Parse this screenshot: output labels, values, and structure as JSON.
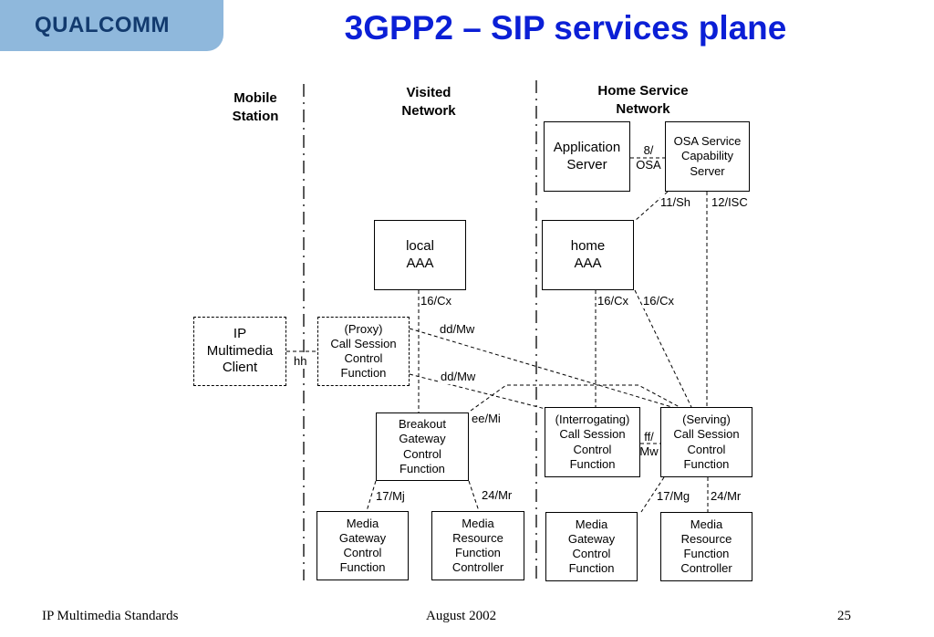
{
  "logo": {
    "text": "QUALCOMM"
  },
  "title": "3GPP2 – SIP services plane",
  "columns": {
    "mobile_station": "Mobile\nStation",
    "visited_network": "Visited\nNetwork",
    "home_network": "Home Service\nNetwork"
  },
  "boxes": {
    "ip_client": "IP\nMultimedia\nClient",
    "proxy_cscf": "(Proxy)\nCall Session\nControl\nFunction",
    "local_aaa": "local\nAAA",
    "breakout_gcf": "Breakout\nGateway\nControl\nFunction",
    "visited_mgcf": "Media\nGateway\nControl\nFunction",
    "visited_mrfc": "Media\nResource\nFunction\nController",
    "app_server": "Application\nServer",
    "osa_scs": "OSA Service\nCapability\nServer",
    "home_aaa": "home\nAAA",
    "interrogating_cscf": "(Interrogating)\nCall Session\nControl\nFunction",
    "serving_cscf": "(Serving)\nCall Session\nControl\nFunction",
    "home_mgcf": "Media\nGateway\nControl\nFunction",
    "home_mrfc": "Media\nResource\nFunction\nController"
  },
  "interfaces": {
    "hh": "hh",
    "cx_local": "16/Cx",
    "dd_mw_1": "dd/Mw",
    "dd_mw_2": "dd/Mw",
    "ee_mi": "ee/Mi",
    "mj": "17/Mj",
    "mr_visited": "24/Mr",
    "osa": "8/\nOSA",
    "sh": "11/Sh",
    "isc": "12/ISC",
    "cx_home_1": "16/Cx",
    "cx_home_2": "16/Cx",
    "ff_mw": "ff/\nMw",
    "mg": "17/Mg",
    "mr_home": "24/Mr"
  },
  "footer": {
    "left": "IP Multimedia Standards",
    "center": "August 2002",
    "page": "25"
  }
}
